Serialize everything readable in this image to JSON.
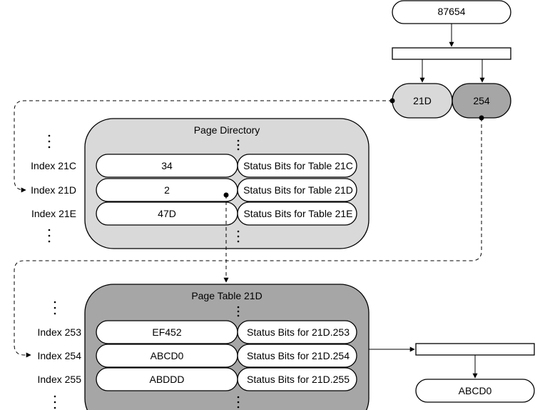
{
  "diagram": {
    "virtual_address": "87654",
    "dir_index_field": "21D",
    "table_index_field": "254",
    "page_directory": {
      "title": "Page Directory",
      "rows": [
        {
          "index": "Index 21C",
          "value": "34",
          "status": "Status Bits for Table 21C"
        },
        {
          "index": "Index 21D",
          "value": "2",
          "status": "Status Bits for Table 21D"
        },
        {
          "index": "Index 21E",
          "value": "47D",
          "status": "Status Bits for Table 21E"
        }
      ]
    },
    "page_table": {
      "title": "Page Table 21D",
      "rows": [
        {
          "index": "Index 253",
          "value": "EF452",
          "status": "Status Bits for 21D.253"
        },
        {
          "index": "Index 254",
          "value": "ABCD0",
          "status": "Status Bits for 21D.254"
        },
        {
          "index": "Index 255",
          "value": "ABDDD",
          "status": "Status Bits for 21D.255"
        }
      ]
    },
    "physical_address": "ABCD0",
    "colors": {
      "directory_fill": "#d9d9d9",
      "table_fill": "#a6a6a6",
      "dir_field_fill": "#d9d9d9",
      "table_field_fill": "#a6a6a6"
    }
  }
}
